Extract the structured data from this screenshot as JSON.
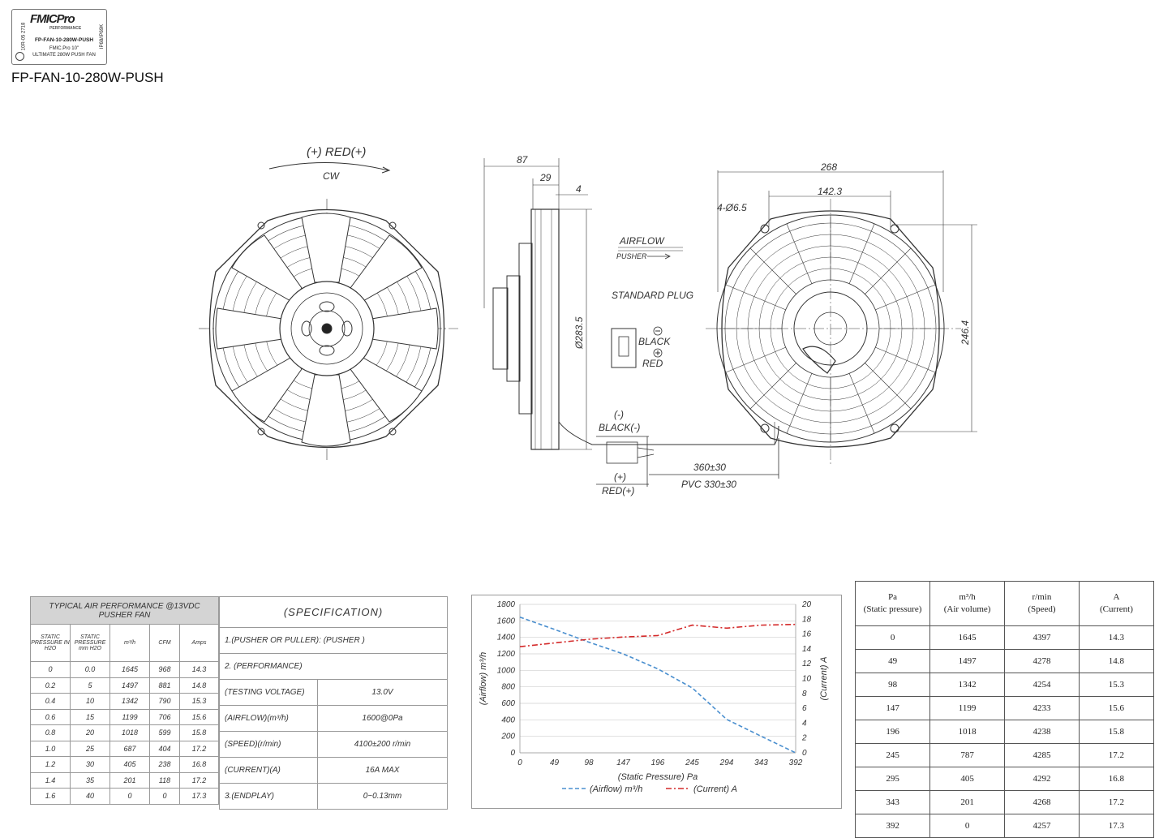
{
  "label": {
    "logo": "FMICPro",
    "logo_sub": "PERFORMANCE",
    "part_number": "FP-FAN-10-280W-PUSH",
    "desc_line1": "FMIC.Pro 10\"",
    "desc_line2": "ULTIMATE 280W PUSH FAN",
    "side_left": "10R-05 2718",
    "side_right": "IP68/IP69K"
  },
  "page_title": "FP-FAN-10-280W-PUSH",
  "drawing": {
    "rotation_label": "(+) RED(+)",
    "rotation_dir": "CW",
    "side_dims": [
      "87",
      "29",
      "4"
    ],
    "side_diameter": "Ø283.5",
    "airflow_label": "AIRFLOW",
    "pusher_label": "PUSHER",
    "plug_label": "STANDARD PLUG",
    "plug_black": "BLACK",
    "plug_red": "RED",
    "wire_neg": "(-)",
    "wire_black": "BLACK(-)",
    "wire_pos": "(+)",
    "wire_red": "RED(+)",
    "wire_length": "360±30",
    "wire_pvc": "PVC 330±30",
    "rear_width": "268",
    "rear_hole_span": "142.3",
    "rear_holes": "4-Ø6.5",
    "rear_height": "246.4"
  },
  "perf_table": {
    "caption_line1": "TYPICAL AIR PERFORMANCE @13VDC",
    "caption_line2": "PUSHER FAN",
    "headers": [
      "STATIC PRESSURE IN H2O",
      "STATIC PRESSURE mm H2O",
      "m³/h",
      "CFM",
      "Amps"
    ],
    "rows": [
      [
        "0",
        "0.0",
        "1645",
        "968",
        "14.3"
      ],
      [
        "0.2",
        "5",
        "1497",
        "881",
        "14.8"
      ],
      [
        "0.4",
        "10",
        "1342",
        "790",
        "15.3"
      ],
      [
        "0.6",
        "15",
        "1199",
        "706",
        "15.6"
      ],
      [
        "0.8",
        "20",
        "1018",
        "599",
        "15.8"
      ],
      [
        "1.0",
        "25",
        "687",
        "404",
        "17.2"
      ],
      [
        "1.2",
        "30",
        "405",
        "238",
        "16.8"
      ],
      [
        "1.4",
        "35",
        "201",
        "118",
        "17.2"
      ],
      [
        "1.6",
        "40",
        "0",
        "0",
        "17.3"
      ]
    ]
  },
  "spec_table": {
    "title": "(SPECIFICATION)",
    "pusher": "1.(PUSHER OR PULLER): (PUSHER )",
    "performance": "2. (PERFORMANCE)",
    "rows": [
      {
        "label": "(TESTING VOLTAGE)",
        "value": "13.0V"
      },
      {
        "label": "(AIRFLOW)(m³/h)",
        "value": "1600@0Pa"
      },
      {
        "label": "(SPEED)(r/min)",
        "value": "4100±200 r/min"
      },
      {
        "label": "(CURRENT)(A)",
        "value": "16A MAX"
      }
    ],
    "endplay_label": "3.(ENDPLAY)",
    "endplay_value": "0~0.13mm"
  },
  "chart_data": {
    "type": "line",
    "x": [
      0,
      49,
      98,
      147,
      196,
      245,
      294,
      343,
      392
    ],
    "xlabel": "(Static Pressure)  Pa",
    "ylabel_left": "(Airflow)  m³/h",
    "ylabel_right": "(Current)  A",
    "ylim_left": [
      0,
      1800
    ],
    "ylim_right": [
      0,
      20
    ],
    "grid": true,
    "legend_position": "bottom",
    "series": [
      {
        "name": "(Airflow)  m³/h",
        "axis": "left",
        "color": "#4a8fcf",
        "style": "dashed",
        "values": [
          1645,
          1497,
          1342,
          1199,
          1018,
          787,
          405,
          201,
          0
        ]
      },
      {
        "name": "(Current)  A",
        "axis": "right",
        "color": "#d42a2a",
        "style": "dashdot",
        "values": [
          14.3,
          14.8,
          15.3,
          15.6,
          15.8,
          17.2,
          16.8,
          17.2,
          17.3
        ]
      }
    ]
  },
  "right_table": {
    "headers": [
      {
        "l1": "Pa",
        "l2": "(Static pressure)"
      },
      {
        "l1": "m³/h",
        "l2": "(Air volume)"
      },
      {
        "l1": "r/min",
        "l2": "(Speed)"
      },
      {
        "l1": "A",
        "l2": "(Current)"
      }
    ],
    "rows": [
      [
        "0",
        "1645",
        "4397",
        "14.3"
      ],
      [
        "49",
        "1497",
        "4278",
        "14.8"
      ],
      [
        "98",
        "1342",
        "4254",
        "15.3"
      ],
      [
        "147",
        "1199",
        "4233",
        "15.6"
      ],
      [
        "196",
        "1018",
        "4238",
        "15.8"
      ],
      [
        "245",
        "787",
        "4285",
        "17.2"
      ],
      [
        "295",
        "405",
        "4292",
        "16.8"
      ],
      [
        "343",
        "201",
        "4268",
        "17.2"
      ],
      [
        "392",
        "0",
        "4257",
        "17.3"
      ]
    ]
  }
}
